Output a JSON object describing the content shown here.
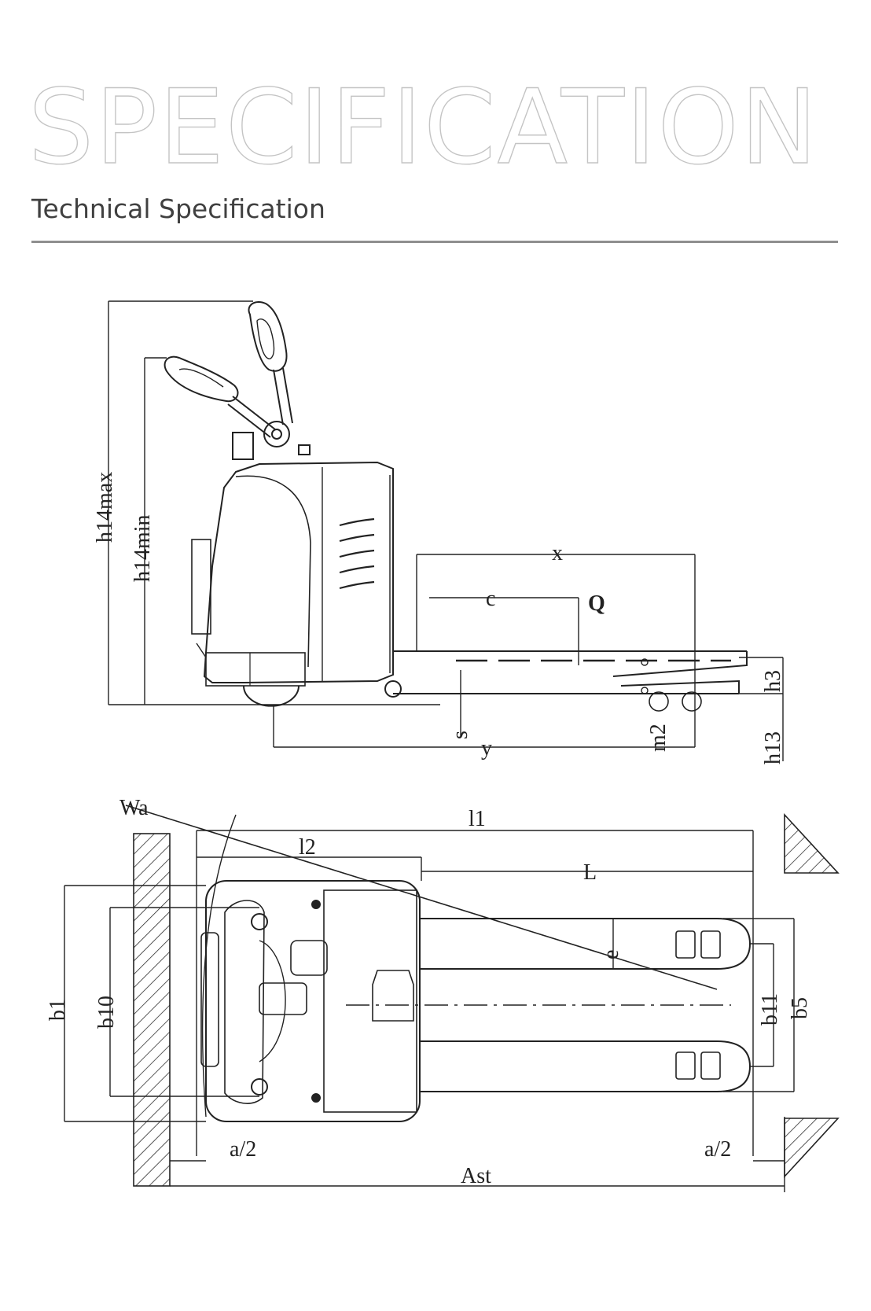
{
  "header": {
    "hero_title": "SPECIFICATION",
    "subtitle": "Technical Specification"
  },
  "colors": {
    "line": "#222222",
    "title_outline": "#c4c4c4",
    "subtitle": "#404040",
    "rule": "#8f8f8f"
  },
  "side_view": {
    "labels": {
      "h14max": "h14max",
      "h14min": "h14min",
      "x": "x",
      "c": "c",
      "Q": "Q",
      "h3": "h3",
      "s": "s",
      "y": "y",
      "m2": "m2",
      "h13": "h13"
    }
  },
  "top_view": {
    "labels": {
      "Wa": "Wa",
      "l1": "l1",
      "l2": "l2",
      "L": "L",
      "e": "e",
      "b1": "b1",
      "b10": "b10",
      "b11": "b11",
      "b5": "b5",
      "a2_left": "a/2",
      "a2_right": "a/2",
      "Ast": "Ast"
    }
  }
}
